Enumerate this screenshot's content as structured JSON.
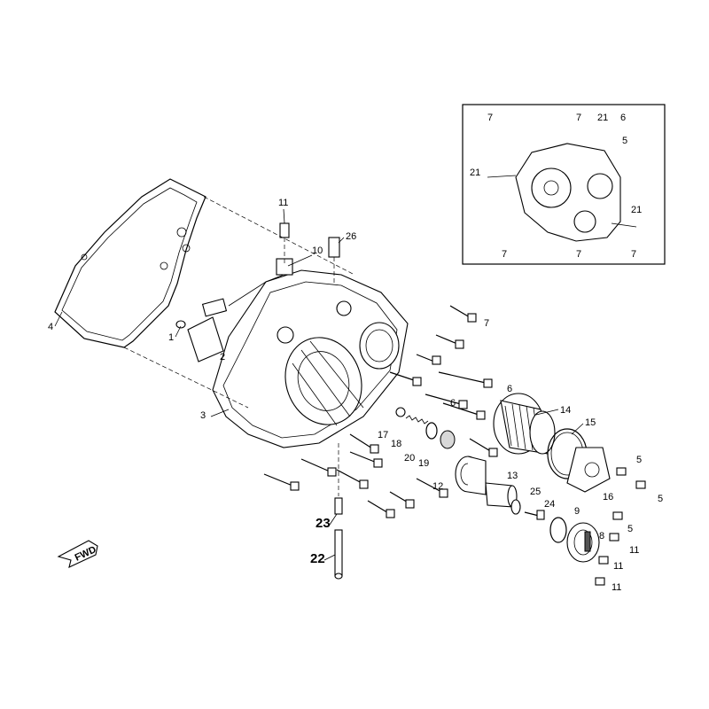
{
  "diagram": {
    "labels": {
      "p1": "1",
      "p2": "2",
      "p3": "3",
      "p4": "4",
      "p5a": "5",
      "p5b": "5",
      "p5c": "5",
      "p6a": "6",
      "p6b": "6",
      "p7": "7",
      "p8": "8",
      "p9": "9",
      "p10": "10",
      "p11a": "11",
      "p11b": "11",
      "p11c": "11",
      "p11d": "11",
      "p12": "12",
      "p13": "13",
      "p14": "14",
      "p15": "15",
      "p16": "16",
      "p17": "17",
      "p18": "18",
      "p19": "19",
      "p20": "20",
      "p22": "22",
      "p23": "23",
      "p24": "24",
      "p25": "25",
      "p26": "26"
    },
    "inset": {
      "labels": {
        "i7a": "7",
        "i7b": "7",
        "i7c": "7",
        "i7d": "7",
        "i7e": "7",
        "i21a": "21",
        "i21b": "21",
        "i21c": "21",
        "i6": "6",
        "i5": "5"
      }
    },
    "fwd_badge": "FWD"
  }
}
